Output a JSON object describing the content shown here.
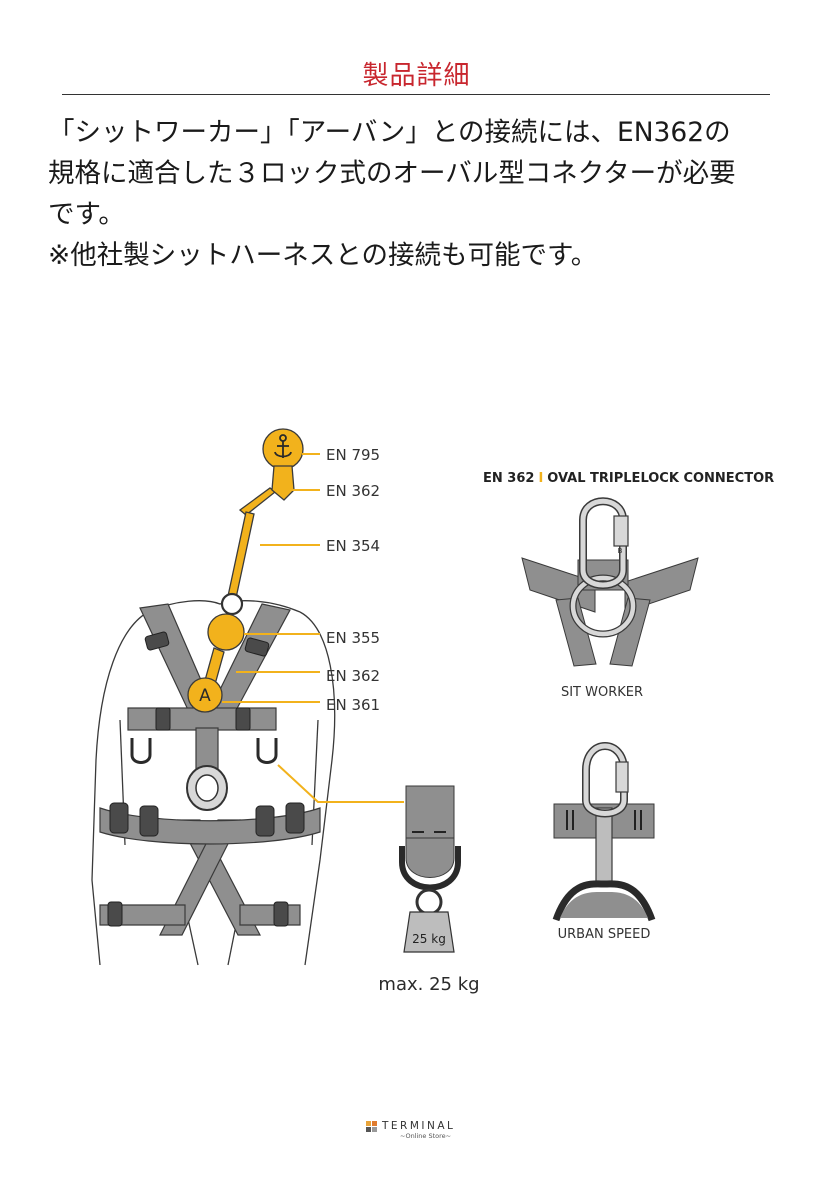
{
  "header": {
    "title": "製品詳細"
  },
  "description": {
    "line1": "「シットワーカー」「アーバン」との接続には、EN362の",
    "line2": "規格に適合した３ロック式のオーバル型コネクターが必要",
    "line3": "です。",
    "line4": "※他社製シットハーネスとの接続も可能です。"
  },
  "figure": {
    "labels": {
      "en795": "EN 795",
      "en362_top": "EN 362",
      "en354": "EN 354",
      "en355": "EN 355",
      "en362_mid": "EN 362",
      "en361": "EN 361"
    },
    "connector_title_a": "EN 362",
    "connector_title_sep": "I",
    "connector_title_b": "OVAL TRIPLELOCK CONNECTOR",
    "sit_worker": "SIT WORKER",
    "urban_speed": "URBAN SPEED",
    "weight_tag": "25 kg",
    "max_load": "max. 25 kg",
    "anchor_letter": "A",
    "connector_letter": "B"
  },
  "footer": {
    "brand": "TERMINAL",
    "sub": "~Online Store~"
  },
  "colors": {
    "title": "#c8262e",
    "accent_yellow": "#f2b21c",
    "strap_gray": "#8f8f8f",
    "outline": "#3a3a3a"
  }
}
